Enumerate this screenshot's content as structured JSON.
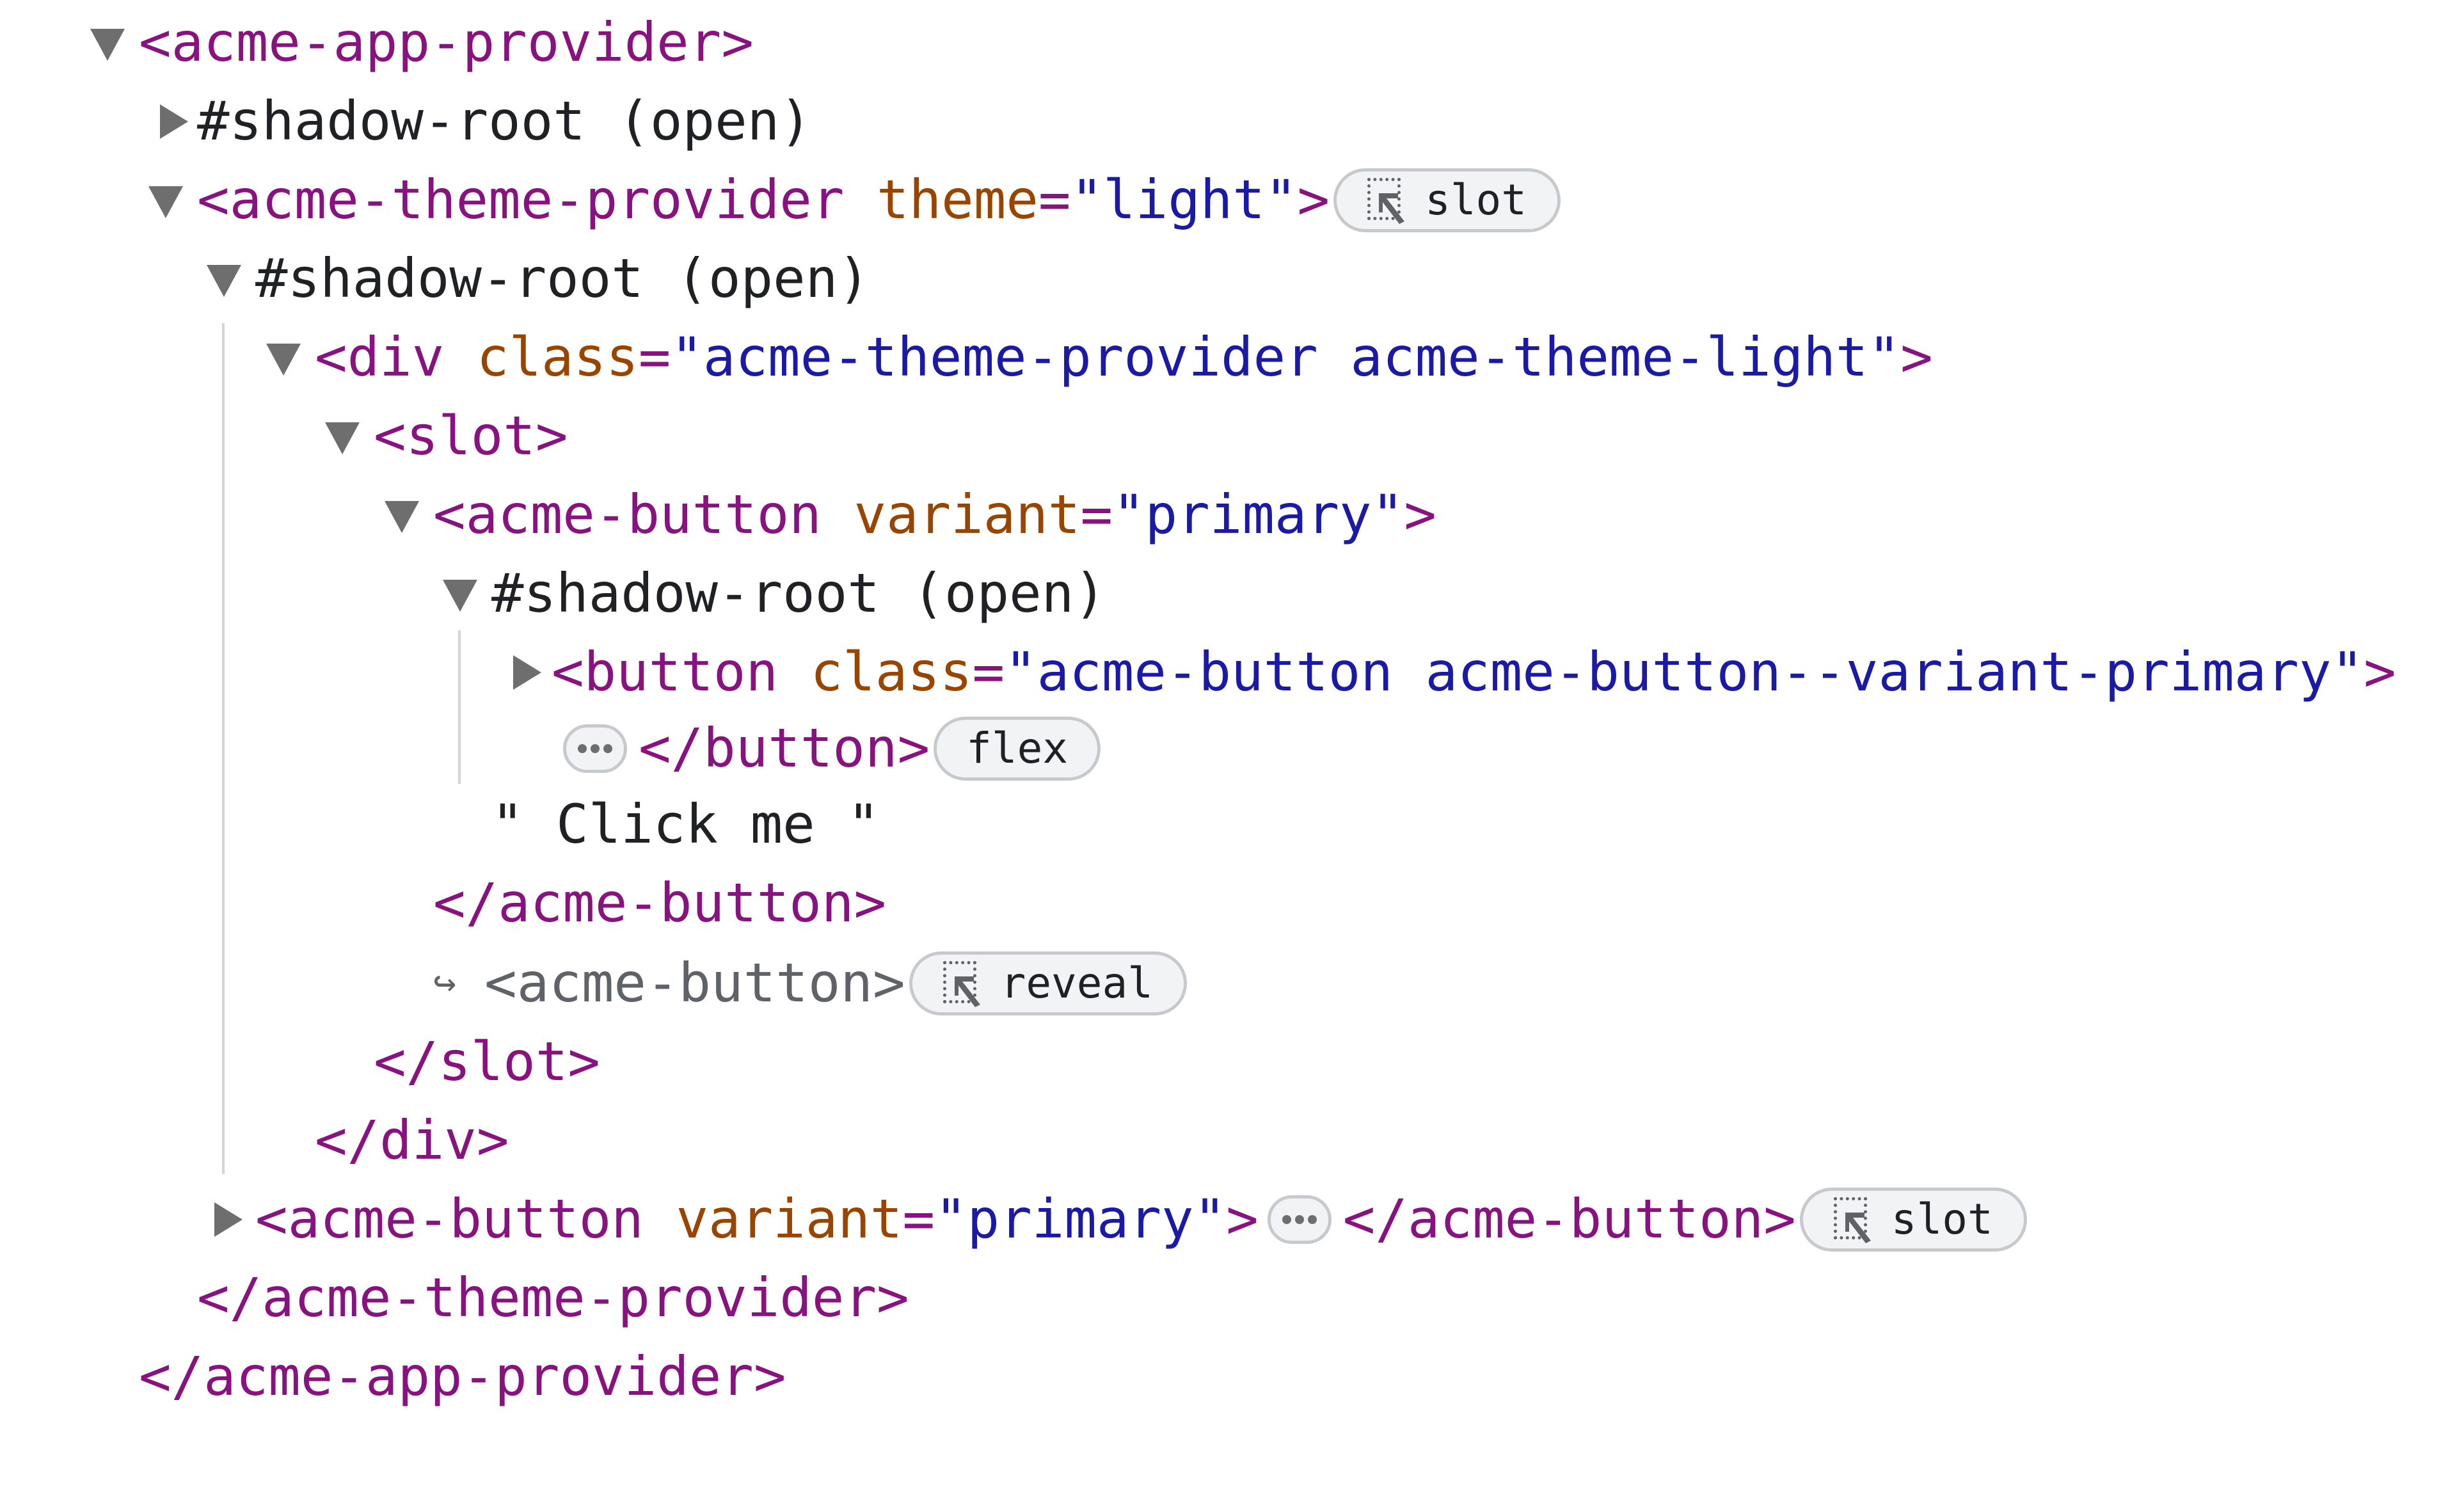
{
  "tree": {
    "lines": [
      {
        "id": "l1",
        "open": "<",
        "tag": "acme-app-provider",
        "close": ">"
      },
      {
        "id": "l2",
        "text": "#shadow-root (open)"
      },
      {
        "id": "l3",
        "open": "<",
        "tag": "acme-theme-provider",
        "attr": "theme",
        "eq": "=",
        "val": "\"light\"",
        "close": ">",
        "badge": "slot"
      },
      {
        "id": "l4",
        "text": "#shadow-root (open)"
      },
      {
        "id": "l5",
        "open": "<",
        "tag": "div",
        "attr": "class",
        "eq": "=",
        "val": "\"acme-theme-provider acme-theme-light\"",
        "close": ">"
      },
      {
        "id": "l6",
        "open": "<",
        "tag": "slot",
        "close": ">"
      },
      {
        "id": "l7",
        "open": "<",
        "tag": "acme-button",
        "attr": "variant",
        "eq": "=",
        "val": "\"primary\"",
        "close": ">"
      },
      {
        "id": "l8",
        "text": "#shadow-root (open)"
      },
      {
        "id": "l9",
        "open": "<",
        "tag": "button",
        "attr": "class",
        "eq": "=",
        "val": "\"acme-button acme-button--variant-primary\"",
        "close": ">"
      },
      {
        "id": "l10",
        "closetag": "</button>",
        "badge": "flex"
      },
      {
        "id": "l11",
        "text": "\" Click me \""
      },
      {
        "id": "l12",
        "closetag": "</acme-button>"
      },
      {
        "id": "l13",
        "arrow": "↪",
        "ghost": "<acme-button>",
        "badge": "reveal"
      },
      {
        "id": "l14",
        "closetag": "</slot>"
      },
      {
        "id": "l15",
        "closetag": "</div>"
      },
      {
        "id": "l16",
        "open": "<",
        "tag": "acme-button",
        "attr": "variant",
        "eq": "=",
        "val": "\"primary\"",
        "close": ">",
        "closetag": "</acme-button>",
        "badge": "slot"
      },
      {
        "id": "l17",
        "closetag": "</acme-theme-provider>"
      },
      {
        "id": "l18",
        "closetag": "</acme-app-provider>"
      }
    ]
  },
  "colors": {
    "tag": "#881280",
    "attribute": "#994500",
    "value": "#1a1aa6",
    "text": "#202124",
    "ghost": "#5f6368",
    "twisty": "#6e6e6e",
    "badge_bg": "#f1f3f4",
    "badge_border": "#c8c9cc",
    "guide": "#d5d5d5"
  },
  "icons": {
    "expanded": "triangle-down-icon",
    "collapsed": "triangle-right-icon",
    "slot_link": "reveal-slot-icon",
    "ellipsis": "ellipsis-icon",
    "assigned_arrow": "return-arrow-icon"
  }
}
